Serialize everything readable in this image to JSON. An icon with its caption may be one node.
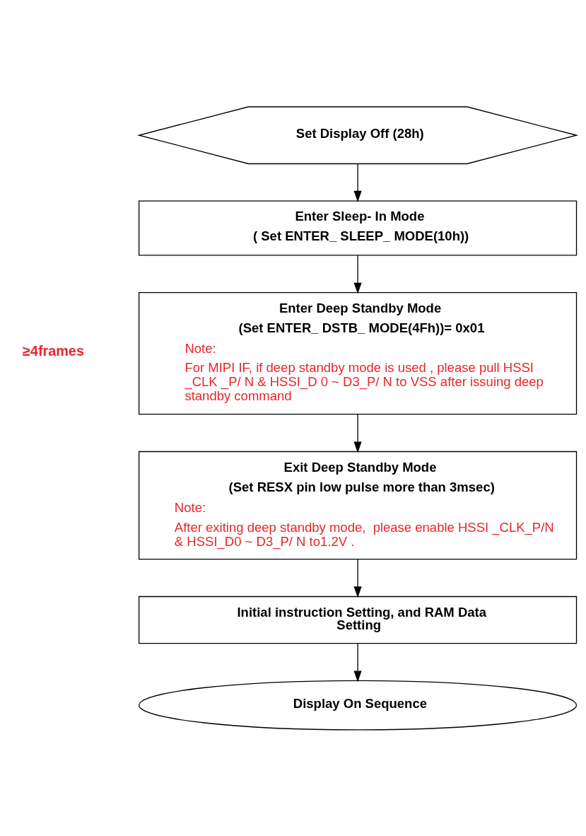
{
  "diagram": {
    "nodes": [
      {
        "text": [
          "Set Display Off (28h)"
        ]
      },
      {
        "text": [
          "Enter Sleep- In Mode",
          "( Set ENTER_ SLEEP_ MODE(10h))"
        ]
      },
      {
        "text": [
          "Enter Deep Standby Mode",
          "(Set ENTER_ DSTB_ MODE(4Fh))= 0x01",
          "Note:",
          "For MIPI IF, if deep standby mode is used , please pull HSSI _CLK _P/ N & HSSI_D 0 ~ D3_P/ N to VSS after issuing deep standby command"
        ]
      },
      {
        "text": [
          "Exit Deep Standby Mode",
          "(Set RESX pin low pulse more than 3msec)",
          "Note:",
          "After exiting deep standby mode,  please enable HSSI _CLK_P/N & HSSI_D0 ~ D3_P/ N to1.2V ."
        ]
      },
      {
        "text": [
          "Initial instruction Setting, and RAM Data Setting"
        ]
      },
      {
        "text": [
          "Display On Sequence"
        ]
      }
    ],
    "edges": [
      {
        "from": 0,
        "to": 1,
        "arrow": "to"
      },
      {
        "from": 1,
        "to": 2,
        "arrow": "to"
      },
      {
        "from": 2,
        "to": 3,
        "arrow": "to"
      },
      {
        "from": 3,
        "to": 4,
        "arrow": "to"
      },
      {
        "from": 4,
        "to": 5,
        "arrow": "to"
      }
    ],
    "labels": [
      "≥4frames"
    ]
  }
}
